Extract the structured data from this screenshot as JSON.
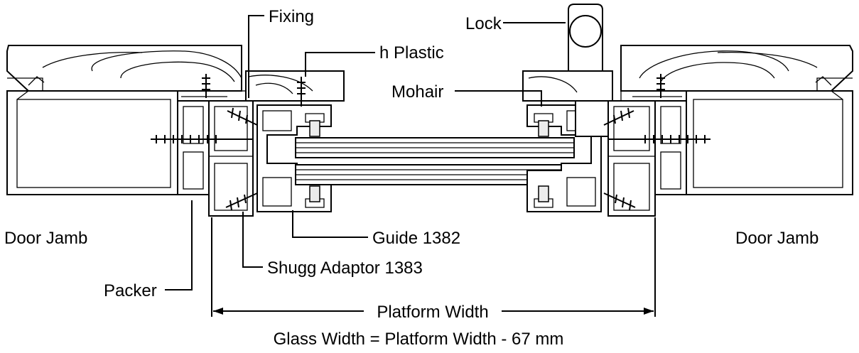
{
  "labels": {
    "fixing": "Fixing",
    "lock": "Lock",
    "h_plastic": "h Plastic",
    "mohair": "Mohair",
    "door_jamb_left": "Door Jamb",
    "door_jamb_right": "Door Jamb",
    "guide": "Guide 1382",
    "shugg_adaptor": "Shugg Adaptor 1383",
    "packer": "Packer",
    "platform_width": "Platform Width",
    "glass_width_formula": "Glass Width = Platform Width - 67 mm"
  },
  "colors": {
    "line": "#000000",
    "background": "#ffffff"
  }
}
